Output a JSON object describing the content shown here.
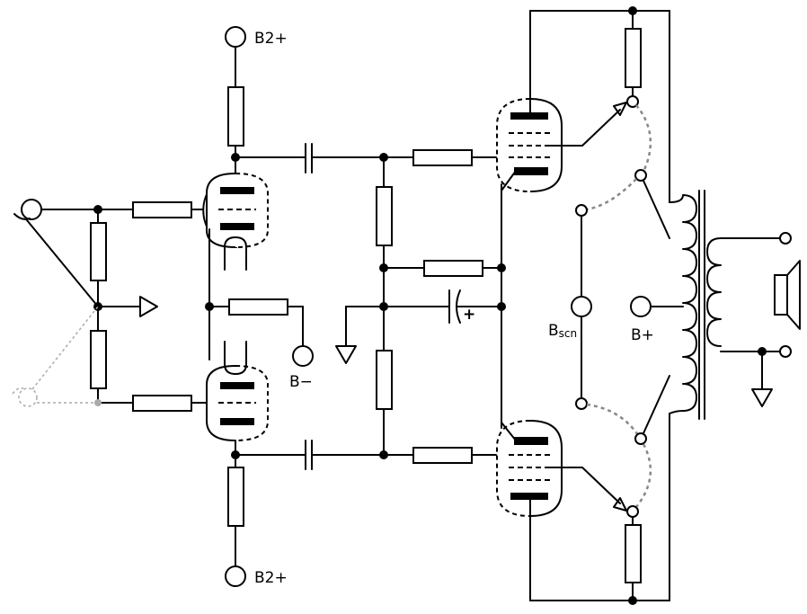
{
  "labels": {
    "b2_top": "B2+",
    "b2_bottom": "B2+",
    "b_minus": "B−",
    "b_scn_main": "B",
    "b_scn_sub": "scn",
    "b_plus": "B+",
    "cap_polarity": "+"
  }
}
